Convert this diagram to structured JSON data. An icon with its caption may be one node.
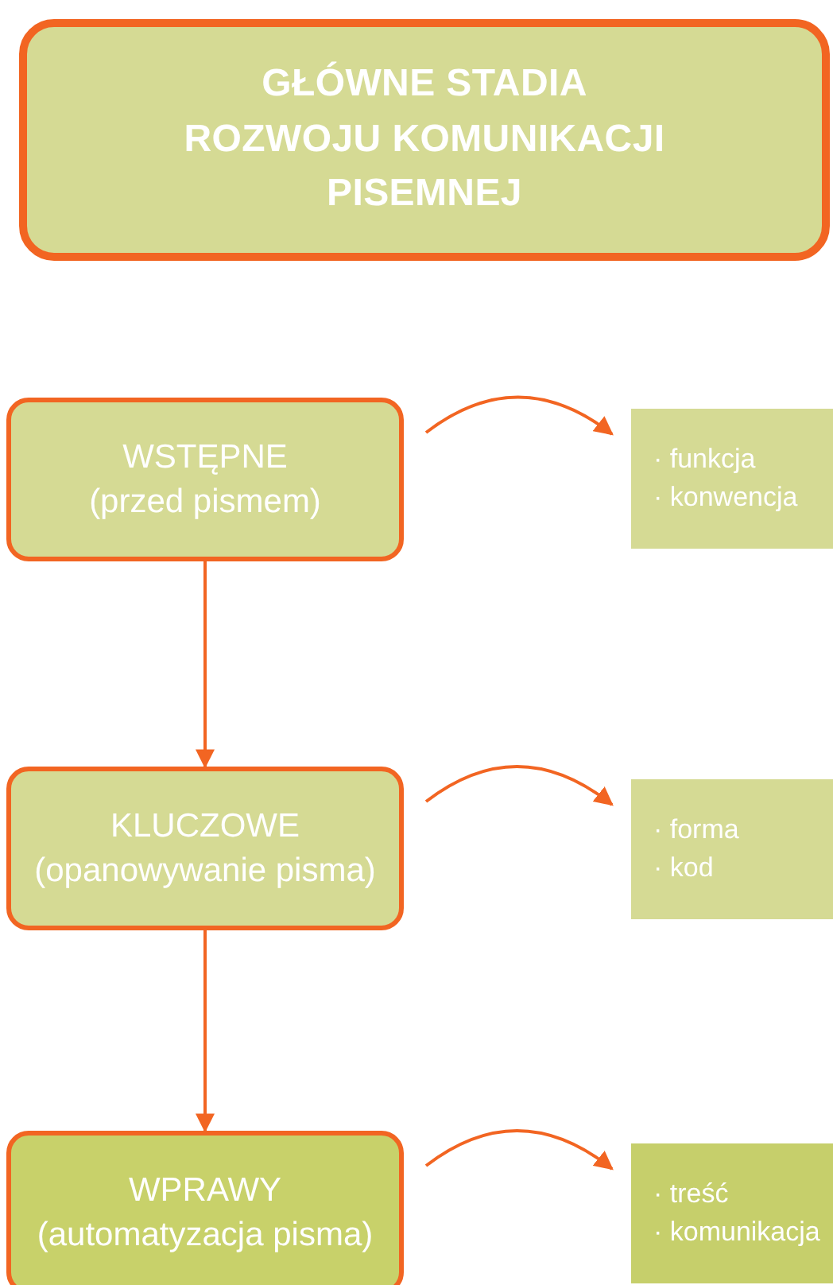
{
  "diagram": {
    "nodes": [
      {
        "text": [
          "GŁÓWNE STADIA ROZWOJU KOMUNIKACJI PISEMNEJ"
        ]
      },
      {
        "text": [
          "WSTĘPNE",
          "(przed pismem)"
        ]
      },
      {
        "text": [
          "· funkcja",
          "· konwencja"
        ]
      },
      {
        "text": [
          "KLUCZOWE",
          "(opanowywanie pisma)"
        ]
      },
      {
        "text": [
          "· forma",
          "· kod"
        ]
      },
      {
        "text": [
          "WPRAWY",
          "(automatyzacja pisma)"
        ]
      },
      {
        "text": [
          "· treść",
          "· komunikacja"
        ]
      }
    ],
    "edges": [
      {
        "from": 1,
        "to": 2,
        "arrow": "to"
      },
      {
        "from": 1,
        "to": 3,
        "arrow": "to"
      },
      {
        "from": 3,
        "to": 4,
        "arrow": "to"
      },
      {
        "from": 3,
        "to": 5,
        "arrow": "to"
      },
      {
        "from": 5,
        "to": 6,
        "arrow": "to"
      }
    ]
  }
}
